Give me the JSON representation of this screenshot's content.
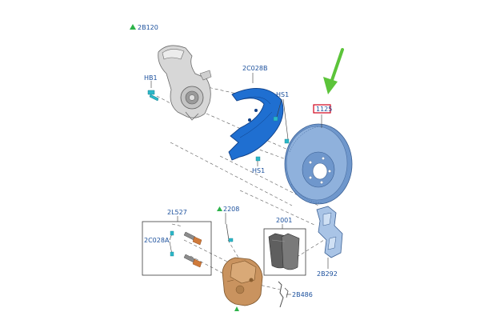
{
  "labels": {
    "note_2b120": "2B120",
    "hb1": "HB1",
    "shield": "2C028B",
    "hs1_top": "HS1",
    "hs1_bottom": "HS1",
    "disc_tag": "1125",
    "kit_group": "2L527",
    "pin_group": "2C028A",
    "note_2208": "2208",
    "pads": "2001",
    "bracket": "2B292",
    "clip": "2B486"
  },
  "colors": {
    "label_text": "#1a4f9c",
    "note_marker": "#2db34a",
    "disc_tag_border": "#d0021b",
    "callout_arrow": "#5cc43a",
    "shield_fill": "#1f6fd1",
    "disc_fill": "#7ea3d4",
    "caliper_fill": "#c9935f",
    "pad_fill": "#5f5f5f",
    "bracket_fill": "#a9c4e6",
    "hardware_fill": "#2bb8c9"
  },
  "icons": {
    "note_marker": "triangle-note-icon",
    "callout": "arrow-down-icon"
  }
}
